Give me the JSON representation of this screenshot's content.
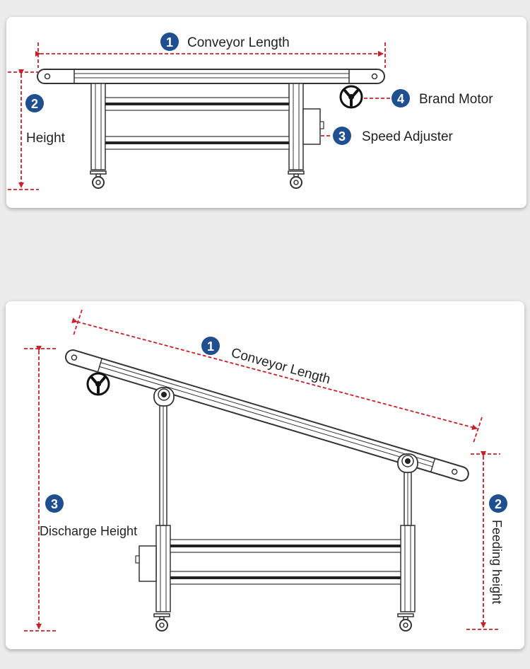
{
  "colors": {
    "background": "#ececec",
    "card": "#ffffff",
    "dimension_line": "#c8202a",
    "badge": "#1f4f8f",
    "frame_stroke": "#333333",
    "rail_dark": "#222222"
  },
  "flat_conveyor": {
    "conveyor_length": {
      "number": "1",
      "label": "Conveyor Length"
    },
    "height": {
      "number": "2",
      "label": "Height"
    },
    "speed_adjuster": {
      "number": "3",
      "label": "Speed Adjuster"
    },
    "brand_motor": {
      "number": "4",
      "label": "Brand Motor"
    }
  },
  "incline_conveyor": {
    "conveyor_length": {
      "number": "1",
      "label": "Conveyor Length"
    },
    "feeding_height": {
      "number": "2",
      "label": "Feeding height"
    },
    "discharge_height": {
      "number": "3",
      "label": "Discharge Height"
    }
  }
}
